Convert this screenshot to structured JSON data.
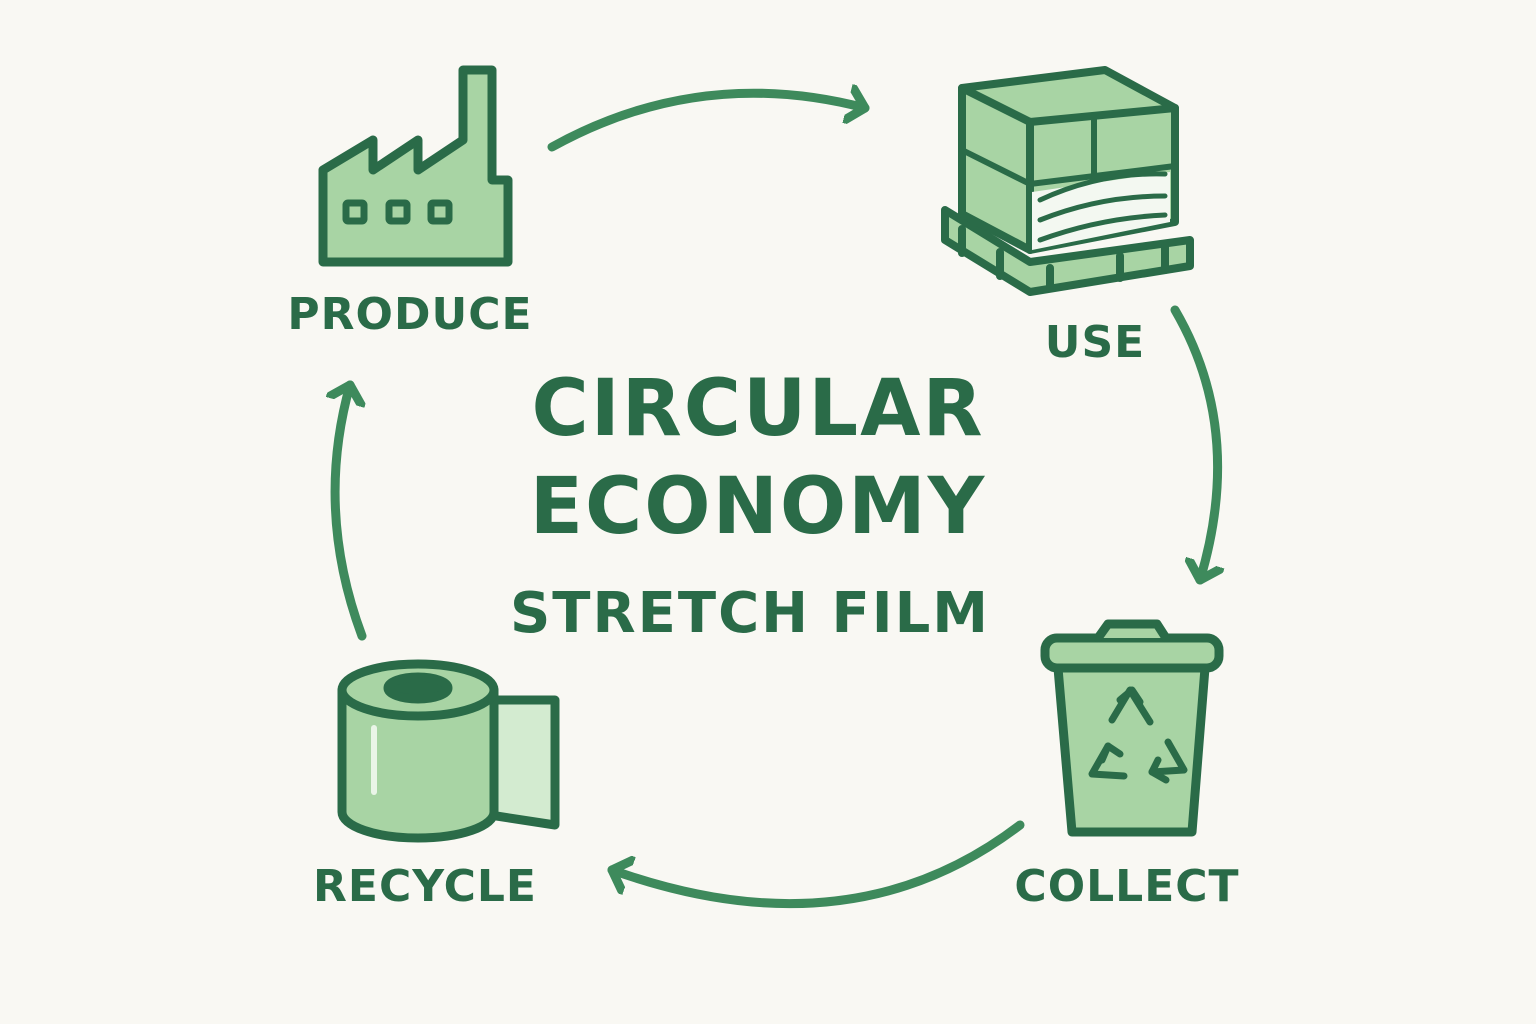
{
  "title": {
    "line1": "CIRCULAR",
    "line2": "ECONOMY",
    "subtitle": "STRETCH FILM"
  },
  "stages": {
    "produce": "PRODUCE",
    "use": "USE",
    "collect": "COLLECT",
    "recycle": "RECYCLE"
  },
  "icons": {
    "produce": "factory-icon",
    "use": "wrapped-pallet-icon",
    "collect": "recycle-bin-icon",
    "recycle": "film-roll-icon"
  },
  "colors": {
    "stroke": "#2a6b48",
    "fill": "#a8d4a4",
    "fill_light": "#d3ebd0",
    "arrow": "#3e8a5c",
    "background": "#f9f8f3"
  }
}
